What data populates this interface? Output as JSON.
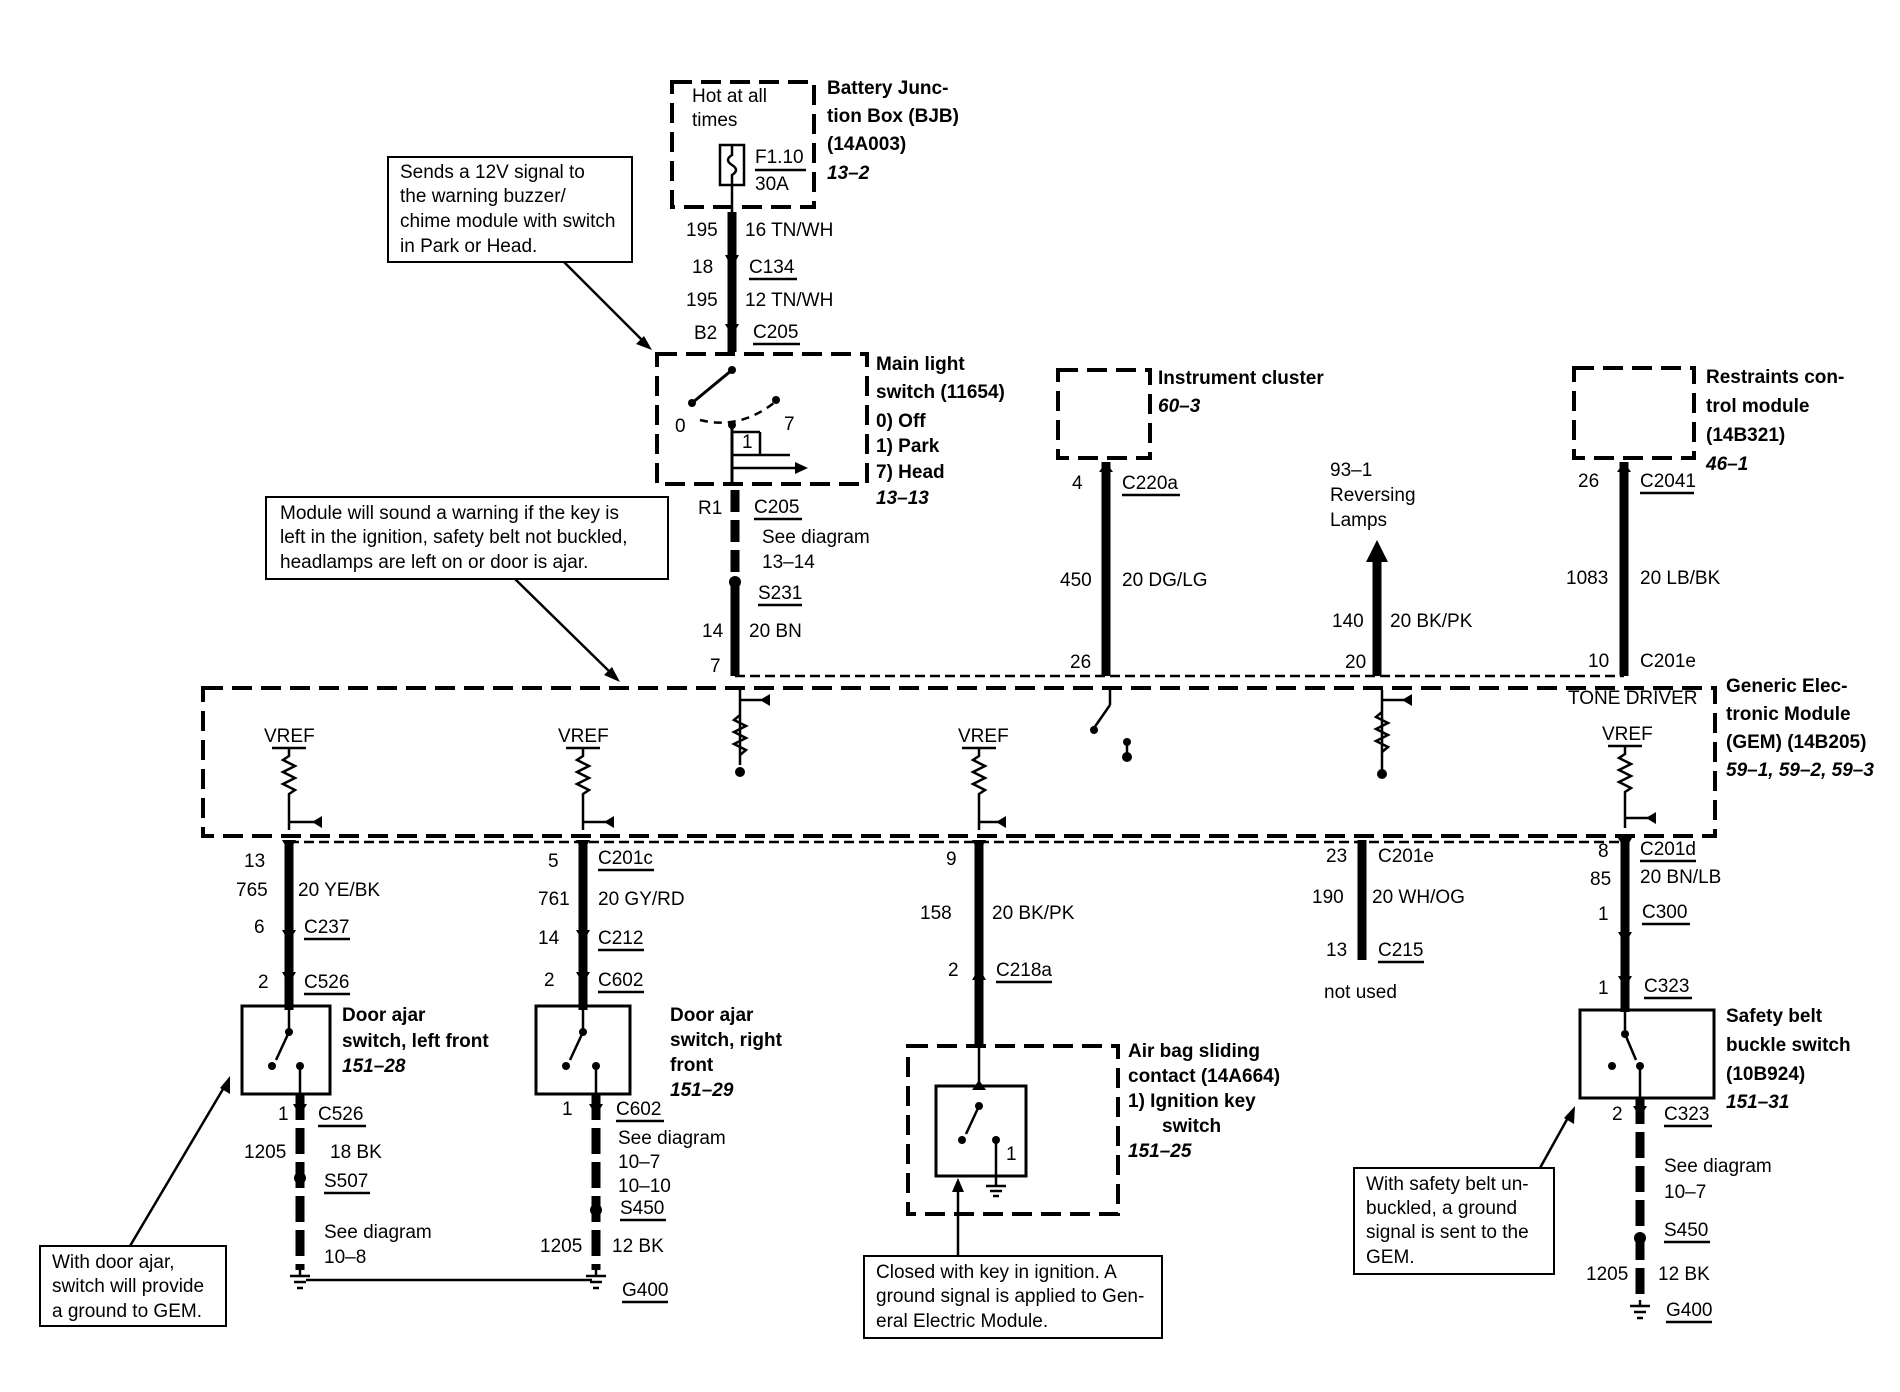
{
  "bjb": {
    "hot": [
      "Hot at all",
      "times"
    ],
    "fuse": [
      "F1.10",
      "30A"
    ],
    "title": [
      "Battery Junc-",
      "tion Box (BJB)",
      "(14A003)"
    ],
    "ref": "13–2"
  },
  "main_switch": {
    "title": [
      "Main light",
      "switch (11654)"
    ],
    "positions": [
      "0)   Off",
      "1)   Park",
      "7)   Head"
    ],
    "ref": "13–13",
    "pos_labels": [
      "0",
      "1",
      "7"
    ]
  },
  "top_wire": {
    "circuit_195a": "195",
    "wire_a": "16 TN/WH",
    "pin_18": "18",
    "c134": "C134",
    "circuit_195b": "195",
    "wire_b": "12 TN/WH",
    "pin_b2": "B2",
    "c205_top": "C205",
    "pin_r1": "R1",
    "c205_bot": "C205",
    "see": [
      "See diagram",
      "13–14"
    ],
    "s231": "S231",
    "circuit_14": "14",
    "wire_14": "20 BN",
    "pin_7": "7"
  },
  "callouts": {
    "top": [
      "Sends a 12V signal to",
      "the warning buzzer/",
      "chime module with switch",
      "in Park or Head."
    ],
    "module": [
      "Module will sound a warning if the key is",
      "left in the ignition, safety belt not buckled,",
      "headlamps are left on or door is ajar."
    ],
    "door": [
      "With door ajar,",
      "switch will provide",
      "a ground to GEM."
    ],
    "key": [
      "Closed with key in ignition. A",
      "ground signal is applied to Gen-",
      "eral Electric Module."
    ],
    "belt": [
      "With safety belt un-",
      "buckled, a ground",
      "signal is sent to the",
      "GEM."
    ]
  },
  "cluster": {
    "title": "Instrument cluster",
    "ref": "60–3",
    "pin_4": "4",
    "conn": "C220a",
    "circuit": "450",
    "wire": "20 DG/LG",
    "pin_26": "26"
  },
  "reversing": {
    "ref": "93–1",
    "lines": [
      "Reversing",
      "Lamps"
    ],
    "circuit": "140",
    "wire": "20 BK/PK",
    "pin": "20"
  },
  "restraints": {
    "title": [
      "Restraints con-",
      "trol module",
      "(14B321)"
    ],
    "ref": "46–1",
    "pin_26": "26",
    "conn": "C2041",
    "circuit": "1083",
    "wire": "20 LB/BK",
    "pin_10": "10",
    "conn_gem": "C201e"
  },
  "gem": {
    "tone": "TONE DRIVER",
    "title": [
      "Generic Elec-",
      "tronic Module",
      "(GEM) (14B205)"
    ],
    "ref": "59–1, 59–2, 59–3",
    "vref": "VREF"
  },
  "left_front": {
    "pin_13": "13",
    "circuit": "765",
    "wire": "20 YE/BK",
    "pin_6": "6",
    "c237": "C237",
    "pin_2": "2",
    "c526": "C526",
    "title": [
      "Door ajar",
      "switch, left front"
    ],
    "ref": "151–28",
    "pin_1": "1",
    "c526b": "C526",
    "circuit_g": "1205",
    "wire_g": "18 BK",
    "s507": "S507",
    "see": [
      "See diagram",
      "10–8"
    ]
  },
  "right_front": {
    "pin_5": "5",
    "c201c": "C201c",
    "circuit": "761",
    "wire": "20 GY/RD",
    "pin_14": "14",
    "c212": "C212",
    "pin_2": "2",
    "c602": "C602",
    "title": [
      "Door ajar",
      "switch, right",
      "front"
    ],
    "ref": "151–29",
    "pin_1": "1",
    "c602b": "C602",
    "see": [
      "See diagram",
      "10–7",
      "10–10"
    ],
    "s450": "S450",
    "circuit_g": "1205",
    "wire_g": "12 BK",
    "g400": "G400"
  },
  "airbag": {
    "pin_9": "9",
    "circuit": "158",
    "wire": "20 BK/PK",
    "pin_2": "2",
    "c218a": "C218a",
    "title": [
      "Air bag sliding",
      "contact (14A664)",
      "1)   Ignition key",
      "switch"
    ],
    "ref": "151–25",
    "pos": "1"
  },
  "not_used": {
    "pin_23": "23",
    "c201e": "C201e",
    "circuit": "190",
    "wire": "20 WH/OG",
    "pin_13": "13",
    "c215": "C215",
    "label": "not used"
  },
  "belt": {
    "pin_8": "8",
    "c201d": "C201d",
    "circuit": "85",
    "wire": "20 BN/LB",
    "pin_1a": "1",
    "c300": "C300",
    "pin_1b": "1",
    "c323": "C323",
    "title": [
      "Safety belt",
      "buckle switch",
      "(10B924)"
    ],
    "ref": "151–31",
    "pin_2": "2",
    "c323b": "C323",
    "see": [
      "See diagram",
      "10–7"
    ],
    "s450": "S450",
    "circuit_g": "1205",
    "wire_g": "12 BK",
    "g400": "G400"
  }
}
